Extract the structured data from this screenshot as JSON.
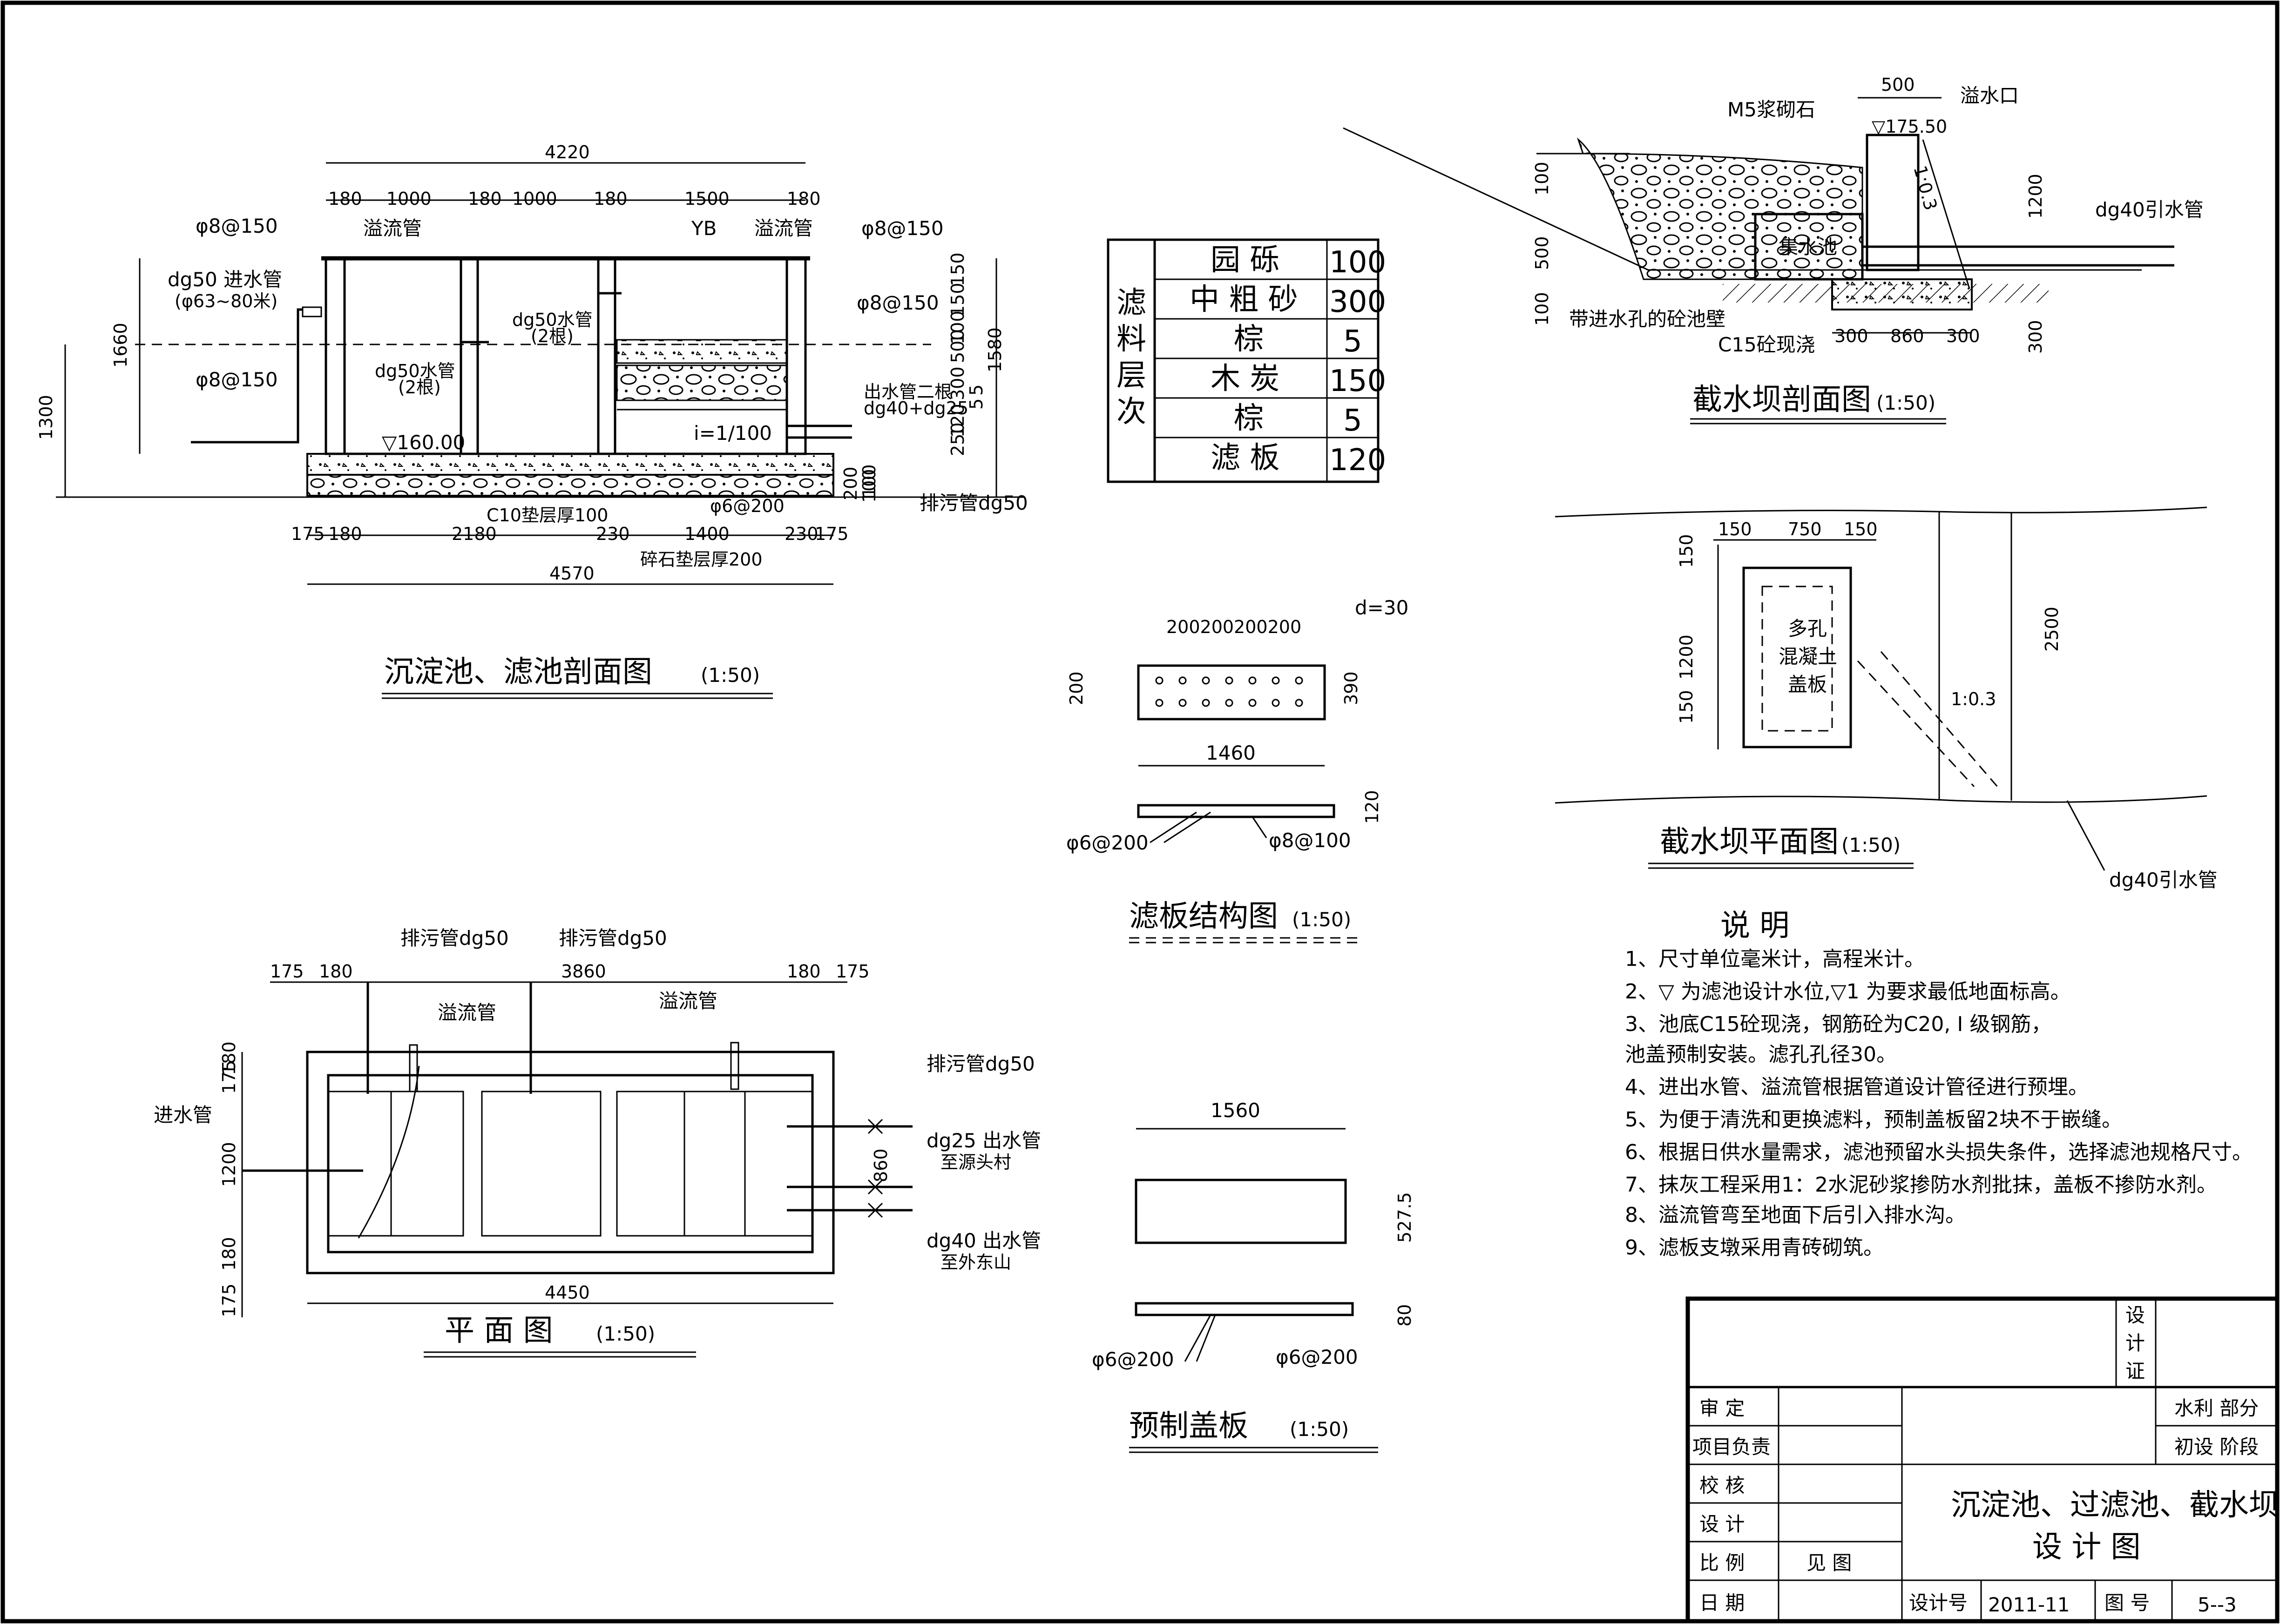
{
  "section": {
    "title": "沉淀池、滤池剖面图",
    "scale": "(1:50)",
    "dims_top": [
      "4220",
      "180",
      "1000",
      "180",
      "1000",
      "180",
      "1500",
      "180"
    ],
    "dims_bottom": [
      "175",
      "180",
      "2180",
      "230",
      "1400",
      "230",
      "175"
    ],
    "total": "4570",
    "left_dims": [
      "1660",
      "1300"
    ],
    "right_dims": [
      "150",
      "150",
      "500",
      "100",
      "1580",
      "5",
      "5",
      "300",
      "120",
      "250",
      "200",
      "100",
      "100"
    ],
    "labels": {
      "overflow1": "溢流管",
      "overflow2": "溢流管",
      "yb": "YB",
      "rebar_tl": "φ8@150",
      "rebar_tr": "φ8@150",
      "rebar_ml": "φ8@150",
      "rebar_mr": "φ8@150",
      "inlet": "dg50 进水管",
      "inlet_sub": "(φ63~80米)",
      "pipe1": "dg50水管",
      "pipe1_sub": "(2根)",
      "pipe2": "dg50水管",
      "pipe2_sub": "(2根)",
      "level": "▽160.00",
      "slope": "i=1/100",
      "outlet": "出水管二根",
      "outlet_sub": "dg40+dg25",
      "drain": "排污管dg50",
      "rebar_b": "φ6@200",
      "cushion1": "C10垫层厚100",
      "cushion2": "碎石垫层厚200"
    }
  },
  "filter_table": {
    "heading": "滤料层次",
    "rows": [
      {
        "name": "园 砾",
        "value": "100"
      },
      {
        "name": "中 粗 砂",
        "value": "300"
      },
      {
        "name": "棕",
        "value": "5"
      },
      {
        "name": "木 炭",
        "value": "150"
      },
      {
        "name": "棕",
        "value": "5"
      },
      {
        "name": "滤 板",
        "value": "120"
      }
    ]
  },
  "plate": {
    "title": "滤板结构图",
    "scale": "(1:50)",
    "d": "d=30",
    "top_dims": "200200200200",
    "left": "200",
    "right": "390",
    "width": "1460",
    "thick": "120",
    "rebar1": "φ6@200",
    "rebar2": "φ8@100"
  },
  "cover": {
    "title": "预制盖板",
    "scale": "(1:50)",
    "width": "1560",
    "height": "527.5",
    "thick": "80",
    "rebar1": "φ6@200",
    "rebar2": "φ6@200"
  },
  "plan": {
    "title": "平 面 图",
    "scale": "(1:50)",
    "dims_top": [
      "175",
      "180",
      "3860",
      "180",
      "175"
    ],
    "total": "4450",
    "left_dims": [
      "175",
      "180",
      "1200",
      "180",
      "175"
    ],
    "right_dim": "860",
    "drain1": "排污管dg50",
    "drain2": "排污管dg50",
    "drain3": "排污管dg50",
    "overflow1": "溢流管",
    "overflow2": "溢流管",
    "inlet": "进水管",
    "out1": "dg25 出水管",
    "out1_sub": "至源头村",
    "out2": "dg40 出水管",
    "out2_sub": "至外东山"
  },
  "dam_section": {
    "title": "截水坝剖面图",
    "scale": "(1:50)",
    "w500": "500",
    "overflow": "溢水口",
    "stone": "M5浆砌石",
    "level": "▽175.50",
    "slope": "1:0.3",
    "h1200": "1200",
    "pipe": "dg40引水管",
    "basin": "集水池",
    "wall": "带进水孔的砼池壁",
    "concrete": "C15砼现浇",
    "left_dims": [
      "100",
      "500",
      "100"
    ],
    "bottom_dims": [
      "300",
      "860",
      "300"
    ],
    "right_300": "300"
  },
  "dam_plan": {
    "title": "截水坝平面图",
    "scale": "(1:50)",
    "top_dims": [
      "150",
      "750",
      "150"
    ],
    "left_dims": [
      "150",
      "1200",
      "150"
    ],
    "right_dim": "2500",
    "slope": "1:0.3",
    "cover_lines": [
      "多孔",
      "混凝土",
      "盖板"
    ],
    "pipe": "dg40引水管"
  },
  "notes": {
    "title": "说    明",
    "items": [
      "1、尺寸单位毫米计，高程米计。",
      "2、▽ 为滤池设计水位,▽1 为要求最低地面标高。",
      "3、池底C15砼现浇，钢筋砼为C20, I 级钢筋，",
      "   池盖预制安装。滤孔孔径30。",
      "4、进出水管、溢流管根据管道设计管径进行预埋。",
      "5、为便于清洗和更换滤料，预制盖板留2块不于嵌缝。",
      "6、根据日供水量需求，滤池预留水头损失条件，选择滤池规格尺寸。",
      "7、抹灰工程采用1：2水泥砂浆掺防水剂批抹，盖板不掺防水剂。",
      "8、溢流管弯至地面下后引入排水沟。",
      "9、滤板支墩采用青砖砌筑。"
    ]
  },
  "title_block": {
    "cert": "设计证",
    "rows": [
      "审  定",
      "项目负责",
      "校  核",
      "设  计",
      "比  例",
      "日  期"
    ],
    "scale_val": "见 图",
    "dept": "水利 部分",
    "stage": "初设 阶段",
    "drawing_title_1": "沉淀池、过滤池、截水坝",
    "drawing_title_2": "设 计 图",
    "design_no_label": "设计号",
    "design_no": "2011-11",
    "drawing_no_label": "图 号",
    "drawing_no": "5--3"
  }
}
